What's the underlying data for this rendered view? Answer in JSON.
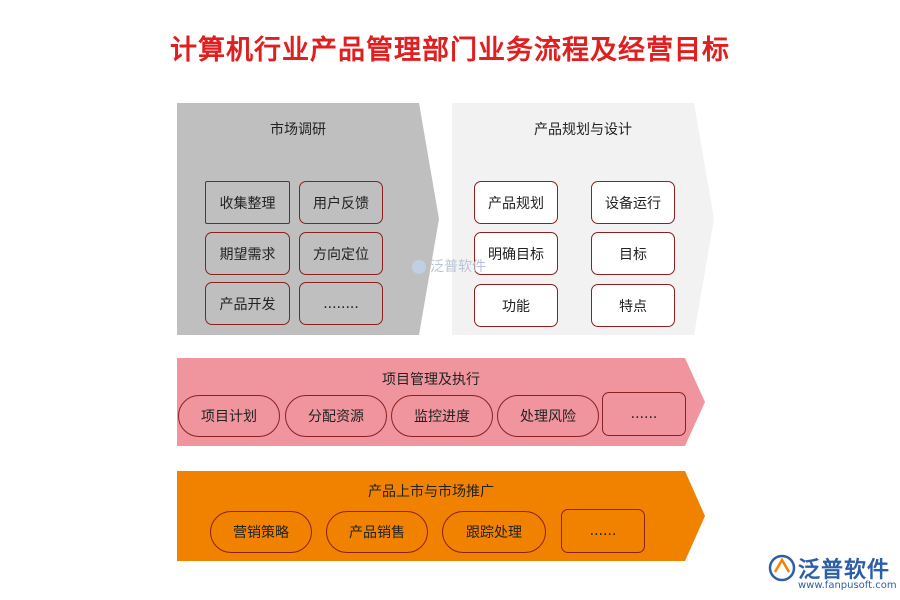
{
  "title": "计算机行业产品管理部门业务流程及经营目标",
  "sections": {
    "market_research": {
      "title": "市场调研",
      "items": [
        "收集整理",
        "用户反馈",
        "期望需求",
        "方向定位",
        "产品开发",
        "........"
      ]
    },
    "product_planning": {
      "title": "产品规划与设计",
      "items": [
        "产品规划",
        "设备运行",
        "明确目标",
        "目标",
        "功能",
        "特点"
      ]
    },
    "project_management": {
      "title": "项目管理及执行",
      "items": [
        "项目计划",
        "分配资源",
        "监控进度",
        "处理风险",
        "......"
      ]
    },
    "market_launch": {
      "title": "产品上市与市场推广",
      "items": [
        "营销策略",
        "产品销售",
        "跟踪处理",
        "......"
      ]
    }
  },
  "watermark": {
    "text": "泛普软件"
  },
  "logo": {
    "name": "泛普软件",
    "url": "www.fanpusoft.com"
  },
  "colors": {
    "title": "#e02020",
    "gray_panel": "#bfbfbf",
    "light_panel": "#f2f2f2",
    "pink_band": "#f0959e",
    "orange_band": "#f08200",
    "border": "#8a2020"
  }
}
